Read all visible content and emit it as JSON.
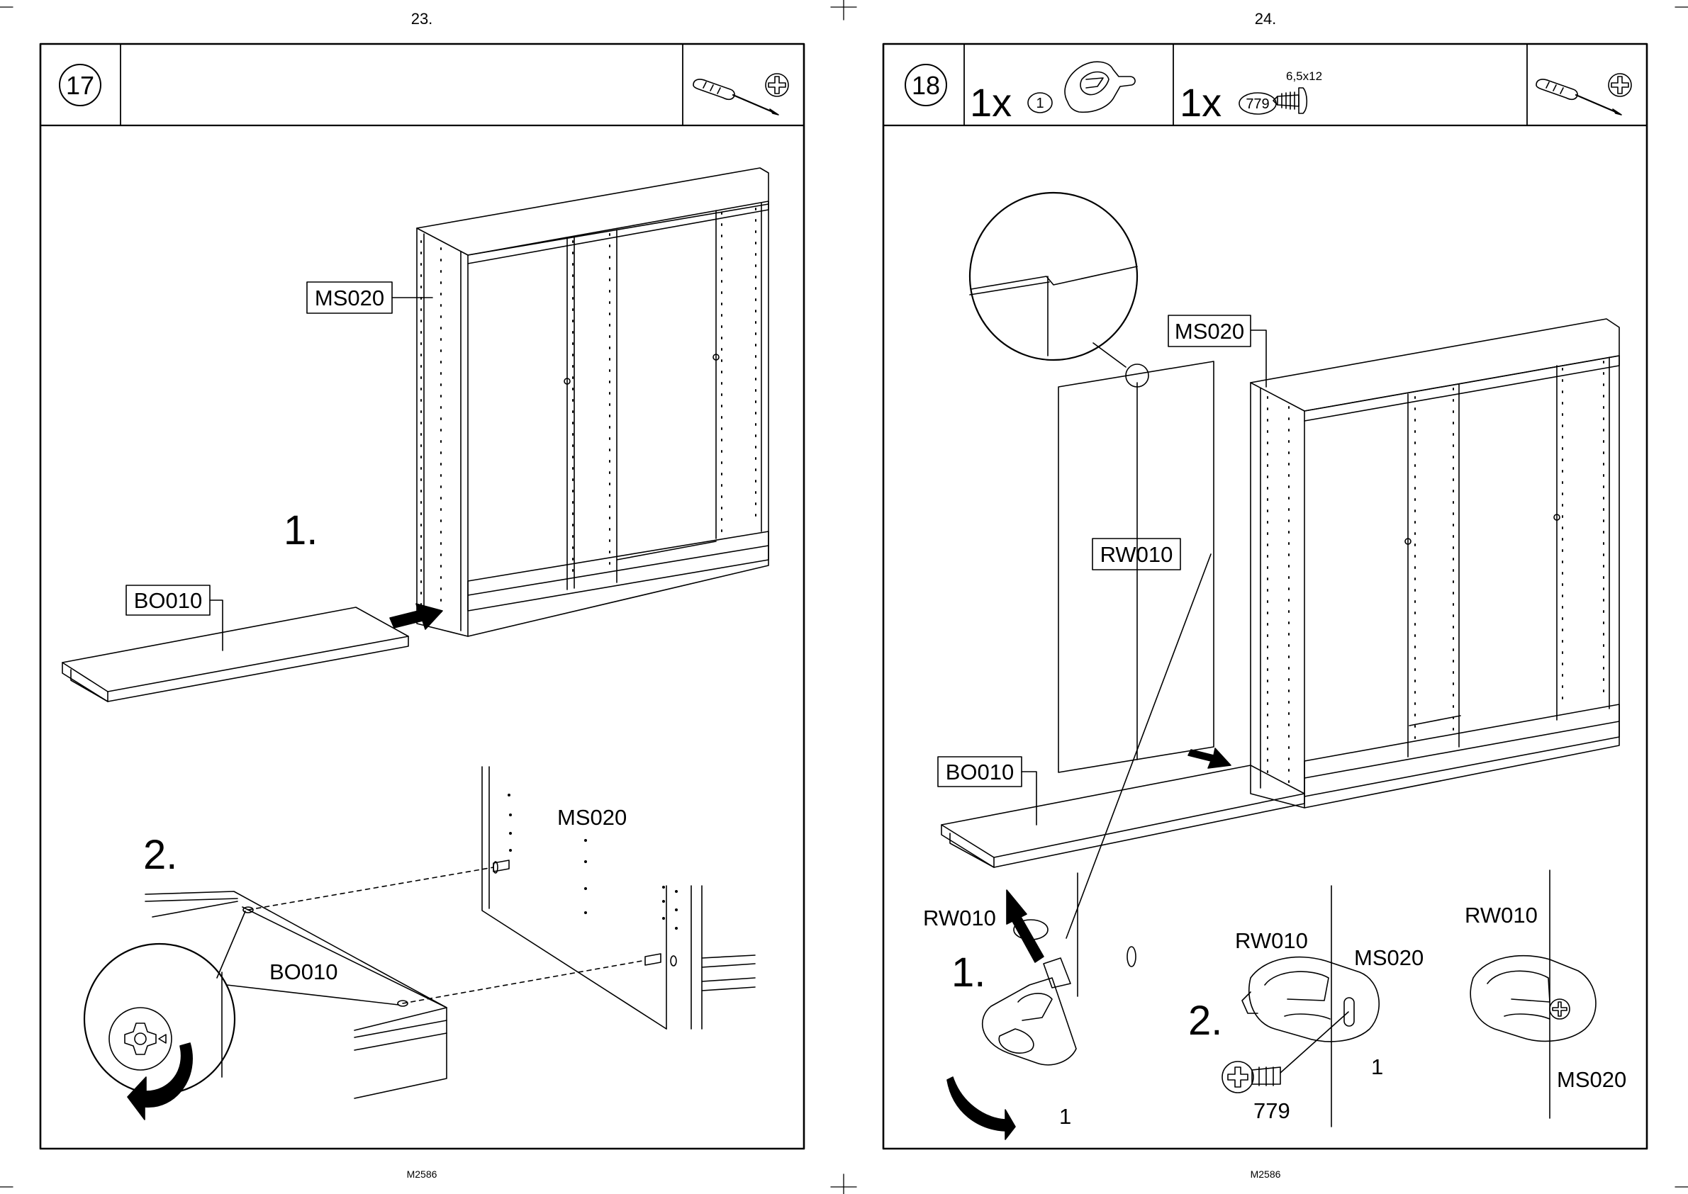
{
  "pages": [
    {
      "page_number": "23.",
      "footer": "M2586",
      "step": "17",
      "sub1": "1.",
      "sub2": "2.",
      "labels": {
        "ms020_a": "MS020",
        "bo010_a": "BO010",
        "ms020_b": "MS020",
        "bo010_b": "BO010"
      }
    },
    {
      "page_number": "24.",
      "footer": "M2586",
      "step": "18",
      "sub1": "1.",
      "sub2": "2.",
      "hardware": [
        {
          "qty": "1x",
          "part": "1",
          "spec": ""
        },
        {
          "qty": "1x",
          "part": "779",
          "spec": "6,5x12"
        }
      ],
      "labels": {
        "ms020_a": "MS020",
        "rw010_a": "RW010",
        "bo010_a": "BO010",
        "rw010_b": "RW010",
        "part_1_a": "1",
        "rw010_c": "RW010",
        "ms020_b": "MS020",
        "part_1_b": "1",
        "part_779": "779",
        "rw010_d": "RW010",
        "ms020_c": "MS020"
      }
    }
  ],
  "icons": [
    "screwdriver-icon",
    "phillips-head-icon",
    "cam-lock-icon",
    "arrow-icon",
    "rotate-arrow-icon",
    "bracket-icon",
    "screw-icon"
  ]
}
